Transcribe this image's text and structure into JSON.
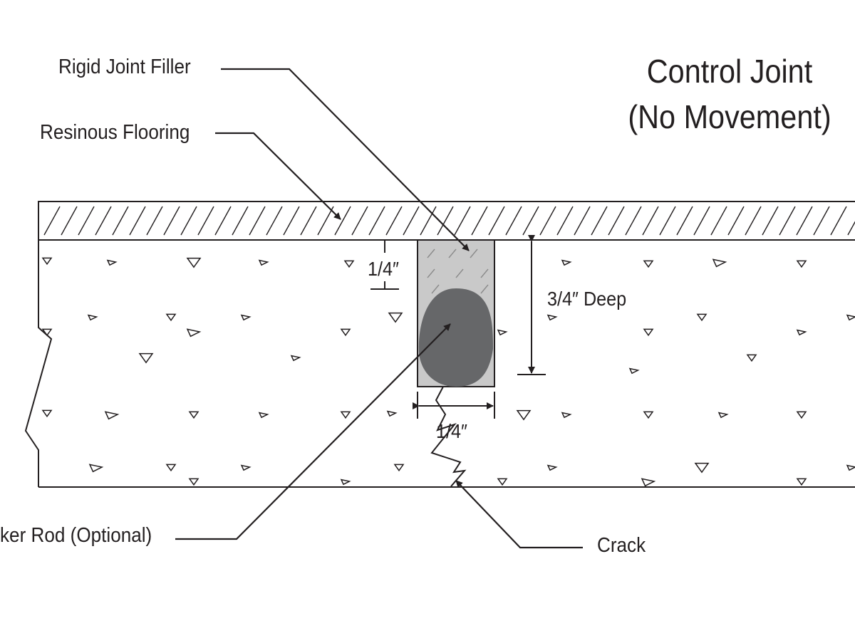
{
  "title": {
    "line1": "Control Joint",
    "line2": "(No Movement)"
  },
  "labels": {
    "rigid_joint_filler": "Rigid Joint Filler",
    "resinous_flooring": "Resinous Flooring",
    "backer_rod": "ker Rod (Optional)",
    "crack": "Crack",
    "dim_top": "1/4″",
    "dim_depth": "3/4″ Deep",
    "dim_width": "1/4″"
  },
  "colors": {
    "ink": "#231f20",
    "filler": "#c9c9c9",
    "backer_rod": "#666769",
    "background": "#ffffff"
  }
}
